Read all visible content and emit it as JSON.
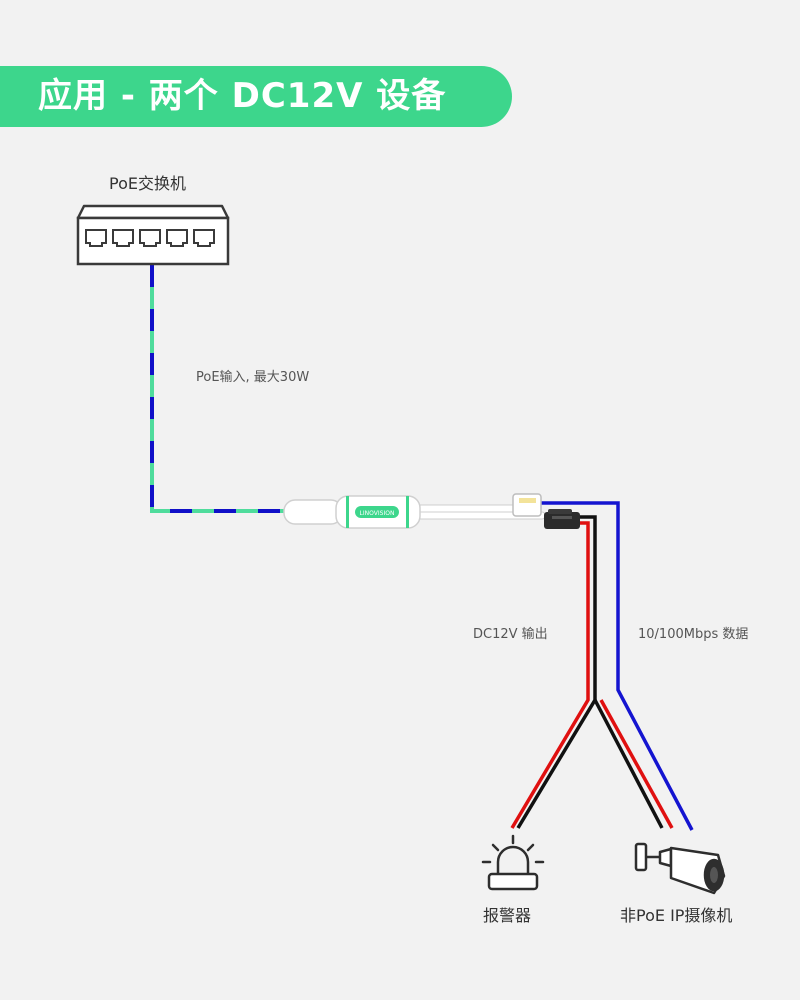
{
  "title": "应用 - 两个 DC12V 设备",
  "switch": {
    "label": "PoE交换机",
    "ports": 5
  },
  "splitter": {
    "brand": "LINOVISION"
  },
  "cables": {
    "poe_input": "PoE输入, 最大30W",
    "dc_output": "DC12V 输出",
    "data": "10/100Mbps 数据"
  },
  "devices": {
    "alarm": "报警器",
    "camera": "非PoE IP摄像机"
  },
  "colors": {
    "banner": "#3dd68c",
    "poe_blue": "#1010c8",
    "poe_green": "#4fdc9c",
    "dc_red": "#e01010",
    "dc_black": "#111111",
    "data_blue": "#1414d0"
  },
  "icons": [
    "switch-icon",
    "poe-splitter-icon",
    "rj45-connector-icon",
    "dc-connector-icon",
    "alarm-siren-icon",
    "ip-camera-icon"
  ]
}
